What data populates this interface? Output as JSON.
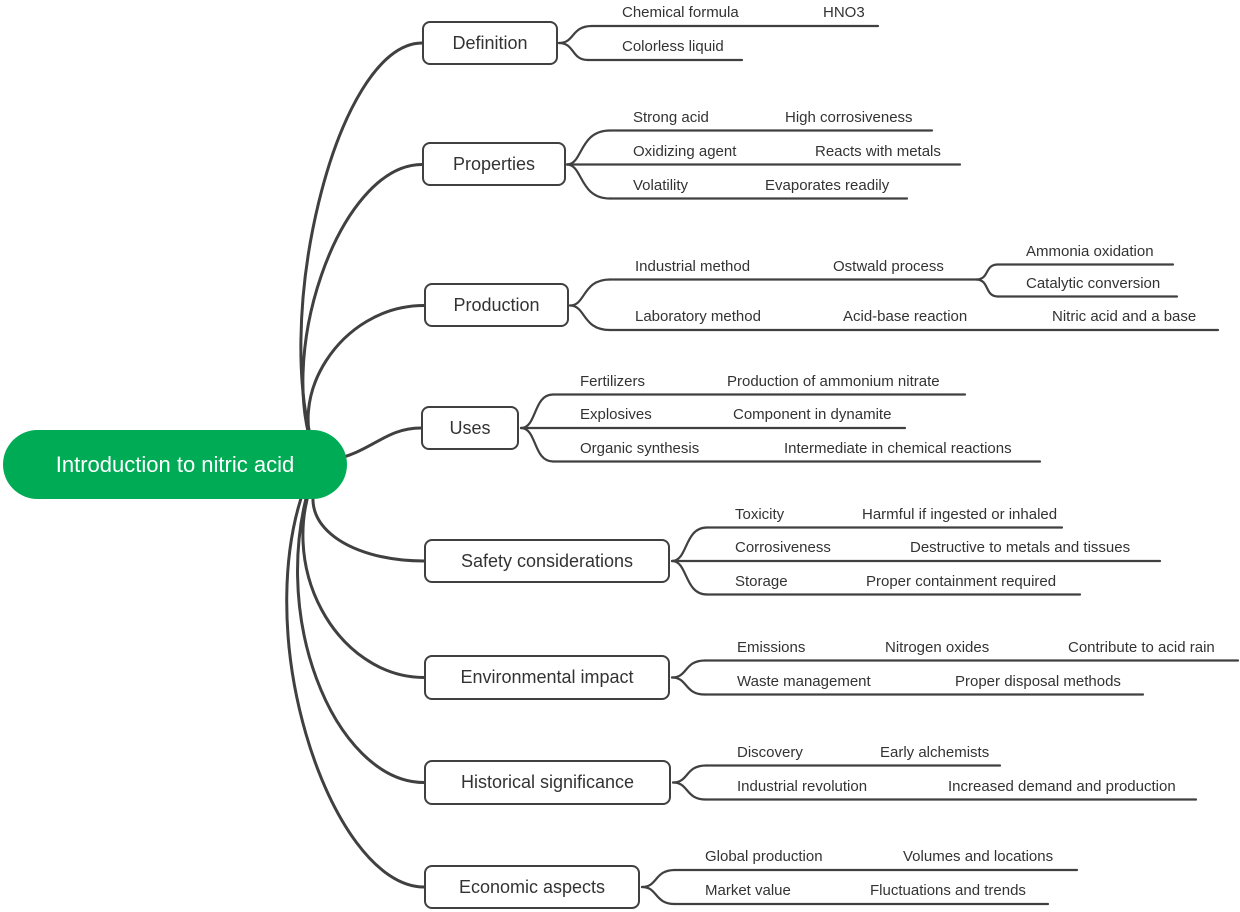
{
  "root": {
    "label": "Introduction to nitric acid"
  },
  "colors": {
    "root_fill": "#00ab55",
    "root_text": "#ffffff",
    "line": "#404040",
    "text": "#333333",
    "box_border": "#404040",
    "box_fill": "#ffffff"
  },
  "branches": [
    {
      "label": "Definition",
      "children": [
        {
          "label": "Chemical formula",
          "children": [
            {
              "label": "HNO3"
            }
          ]
        },
        {
          "label": "Colorless liquid"
        }
      ]
    },
    {
      "label": "Properties",
      "children": [
        {
          "label": "Strong acid",
          "children": [
            {
              "label": "High corrosiveness"
            }
          ]
        },
        {
          "label": "Oxidizing agent",
          "children": [
            {
              "label": "Reacts with metals"
            }
          ]
        },
        {
          "label": "Volatility",
          "children": [
            {
              "label": "Evaporates readily"
            }
          ]
        }
      ]
    },
    {
      "label": "Production",
      "children": [
        {
          "label": "Industrial method",
          "children": [
            {
              "label": "Ostwald process",
              "children": [
                {
                  "label": "Ammonia oxidation"
                },
                {
                  "label": "Catalytic conversion"
                }
              ]
            }
          ]
        },
        {
          "label": "Laboratory method",
          "children": [
            {
              "label": "Acid-base reaction",
              "children": [
                {
                  "label": "Nitric acid and a base"
                }
              ]
            }
          ]
        }
      ]
    },
    {
      "label": "Uses",
      "children": [
        {
          "label": "Fertilizers",
          "children": [
            {
              "label": "Production of ammonium nitrate"
            }
          ]
        },
        {
          "label": "Explosives",
          "children": [
            {
              "label": "Component in dynamite"
            }
          ]
        },
        {
          "label": "Organic synthesis",
          "children": [
            {
              "label": "Intermediate in chemical reactions"
            }
          ]
        }
      ]
    },
    {
      "label": "Safety considerations",
      "children": [
        {
          "label": "Toxicity",
          "children": [
            {
              "label": "Harmful if ingested or inhaled"
            }
          ]
        },
        {
          "label": "Corrosiveness",
          "children": [
            {
              "label": "Destructive to metals and tissues"
            }
          ]
        },
        {
          "label": "Storage",
          "children": [
            {
              "label": "Proper containment required"
            }
          ]
        }
      ]
    },
    {
      "label": "Environmental impact",
      "children": [
        {
          "label": "Emissions",
          "children": [
            {
              "label": "Nitrogen oxides",
              "children": [
                {
                  "label": "Contribute to acid rain"
                }
              ]
            }
          ]
        },
        {
          "label": "Waste management",
          "children": [
            {
              "label": "Proper disposal methods"
            }
          ]
        }
      ]
    },
    {
      "label": "Historical significance",
      "children": [
        {
          "label": "Discovery",
          "children": [
            {
              "label": "Early alchemists"
            }
          ]
        },
        {
          "label": "Industrial revolution",
          "children": [
            {
              "label": "Increased demand and production"
            }
          ]
        }
      ]
    },
    {
      "label": "Economic aspects",
      "children": [
        {
          "label": "Global production",
          "children": [
            {
              "label": "Volumes and locations"
            }
          ]
        },
        {
          "label": "Market value",
          "children": [
            {
              "label": "Fluctuations and trends"
            }
          ]
        }
      ]
    }
  ]
}
